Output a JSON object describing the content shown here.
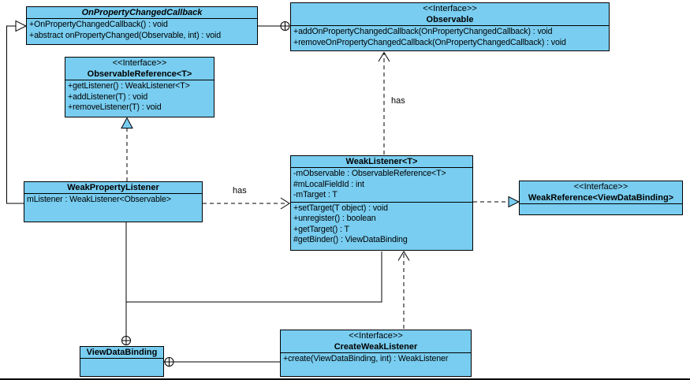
{
  "diagram": {
    "colors": {
      "class_fill": "#78CDF0",
      "border": "#000000",
      "background": "#FFFFFF"
    },
    "classes": {
      "on_property_changed_callback": {
        "name": "OnPropertyChangedCallback",
        "members": [
          "+OnPropertyChangedCallback() : void",
          "+abstract onPropertyChanged(Observable, int) : void"
        ]
      },
      "observable": {
        "stereotype": "<<Interface>>",
        "name": "Observable",
        "members": [
          "+addOnPropertyChangedCallback(OnPropertyChangedCallback) : void",
          "+removeOnPropertyChangedCallback(OnPropertyChangedCallback) : void"
        ]
      },
      "observable_reference": {
        "stereotype": "<<Interface>>",
        "name": "ObservableReference<T>",
        "members": [
          "+getListener() : WeakListener<T>",
          "+addListener(T) : void",
          "+removeListener(T) : void"
        ]
      },
      "weak_property_listener": {
        "name": "WeakPropertyListener",
        "members": [
          "mListener : WeakListener<Observable>"
        ]
      },
      "weak_listener": {
        "name": "WeakListener<T>",
        "attributes": [
          "-mObservable : ObservableReference<T>",
          "#mLocalFieldId : int",
          "-mTarget : T"
        ],
        "methods": [
          "+setTarget(T object) : void",
          "+unregister() : boolean",
          "+getTarget() : T",
          "#getBinder() : ViewDataBinding"
        ]
      },
      "weak_reference": {
        "stereotype": "<<Interface>>",
        "name": "WeakReference<ViewDataBinding>"
      },
      "view_data_binding": {
        "name": "ViewDataBinding"
      },
      "create_weak_listener": {
        "stereotype": "<<Interface>>",
        "name": "CreateWeakListener",
        "members": [
          "+create(ViewDataBinding, int) : WeakListener"
        ]
      }
    },
    "edge_labels": {
      "weak_property_listener_has": "has",
      "weak_listener_has": "has"
    }
  }
}
